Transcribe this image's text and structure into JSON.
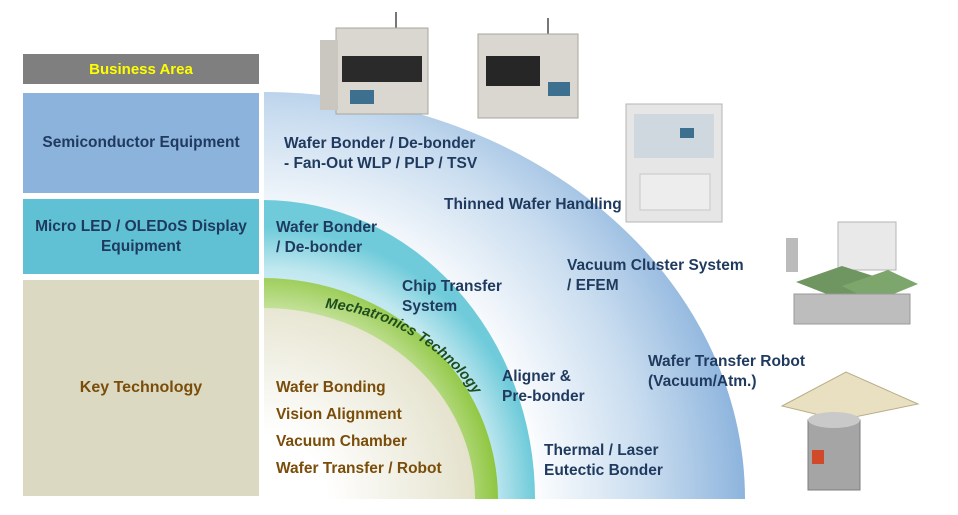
{
  "left_column": {
    "header": "Business Area",
    "semiconductor": "Semiconductor Equipment",
    "display": "Micro LED / OLEDoS Display Equipment",
    "key_technology": "Key Technology"
  },
  "arcs": {
    "mechatronics": "Mechatronics Technology"
  },
  "semiconductor_items": {
    "wafer_bonder_line1": "Wafer Bonder / De-bonder",
    "wafer_bonder_line2": "- Fan-Out WLP / PLP / TSV",
    "thinned_wafer": "Thinned Wafer Handling",
    "vacuum_cluster_line1": "Vacuum Cluster System",
    "vacuum_cluster_line2": "/ EFEM",
    "wafer_transfer_robot_line1": "Wafer Transfer Robot",
    "wafer_transfer_robot_line2": "(Vacuum/Atm.)"
  },
  "display_items": {
    "wafer_bonder_line1": "Wafer Bonder",
    "wafer_bonder_line2": "/ De-bonder",
    "chip_transfer_line1": "Chip Transfer",
    "chip_transfer_line2": "System",
    "aligner_line1": "Aligner &",
    "aligner_line2": "Pre-bonder",
    "thermal_line1": "Thermal / Laser",
    "thermal_line2": "Eutectic Bonder"
  },
  "key_technologies": [
    "Wafer Bonding",
    "Vision Alignment",
    "Vacuum Chamber",
    "Wafer Transfer / Robot"
  ],
  "colors": {
    "header_bg": "#7f7f7f",
    "header_text": "#ffff00",
    "semiconductor_bg": "#8cb3dc",
    "display_bg": "#5fc1d3",
    "key_bg": "#dcd9c2",
    "label_navy": "#1f3a5e",
    "label_brown": "#7a4d0a",
    "mechatronics_green": "#8ec63f"
  }
}
